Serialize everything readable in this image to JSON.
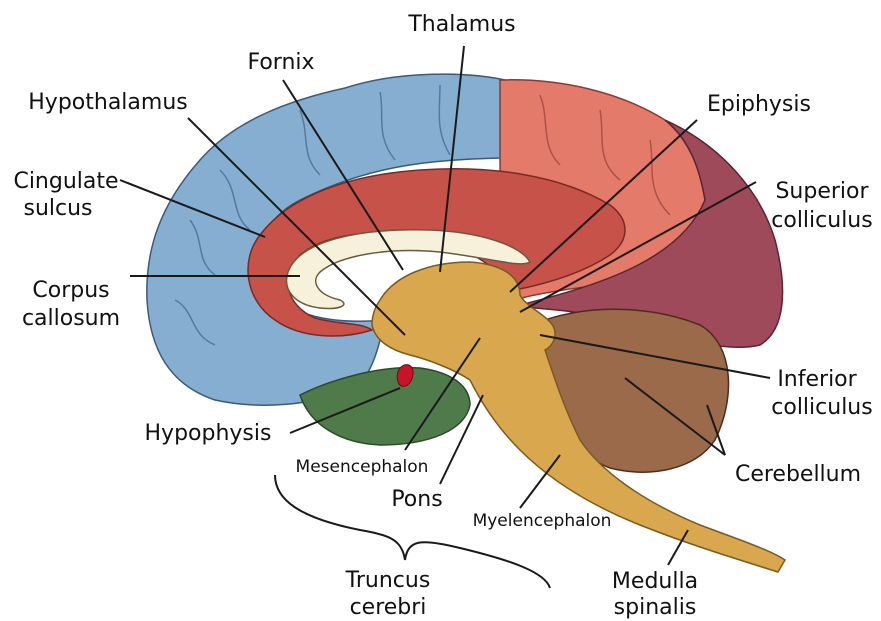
{
  "labels": {
    "thalamus": "Thalamus",
    "fornix": "Fornix",
    "hypothalamus": "Hypothalamus",
    "epiphysis": "Epiphysis",
    "cingulate_1": "Cingulate",
    "cingulate_2": "sulcus",
    "superior_1": "Superior",
    "superior_2": "colliculus",
    "corpus_1": "Corpus",
    "corpus_2": "callosum",
    "inferior_1": "Inferior",
    "inferior_2": "colliculus",
    "hypophysis": "Hypophysis",
    "cerebellum": "Cerebellum",
    "mesencephalon": "Mesencephalon",
    "pons": "Pons",
    "myelencephalon": "Myelencephalon",
    "truncus_1": "Truncus",
    "truncus_2": "cerebri",
    "medulla_1": "Medulla",
    "medulla_2": "spinalis"
  },
  "colors": {
    "frontal_blue": "#86aed1",
    "cingulate_red": "#c6524a",
    "parietal_salmon": "#e37a6a",
    "occipital_maroon": "#9e4a5a",
    "brainstem_tan": "#d9a84e",
    "cerebellum_brown": "#9a6a4a",
    "temporal_green": "#4f7a4a",
    "corpus_cream": "#f7f1dc",
    "hypophysis_red": "#c8142a"
  }
}
